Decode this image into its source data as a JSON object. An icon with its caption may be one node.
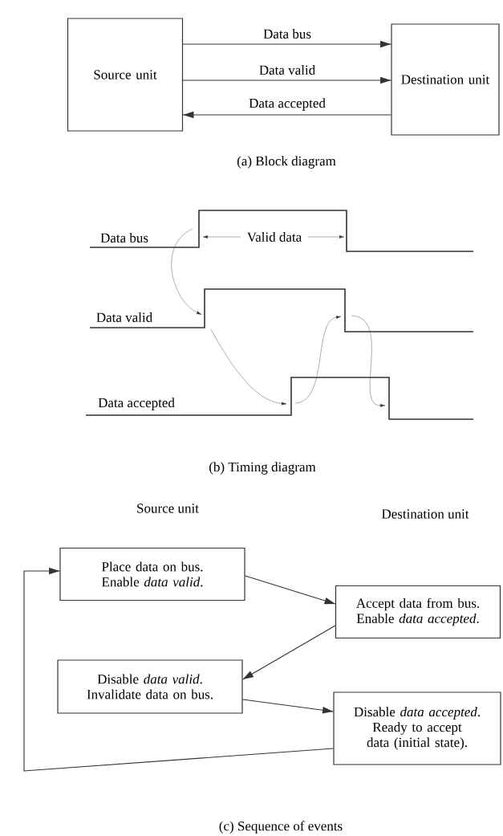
{
  "diagram": {
    "nodes": [
      {
        "text": [
          "Source unit"
        ]
      },
      {
        "text": [
          "Destination unit"
        ]
      },
      {
        "text": [
          "Place data on bus. Enable *data valid*."
        ]
      },
      {
        "text": [
          "Accept data from bus. Enable *data accepted*."
        ]
      },
      {
        "text": [
          "Disable *data valid*. Invalidate data on bus."
        ]
      },
      {
        "text": [
          "Disable *data accepted*. Ready to accept data (initial state)."
        ]
      }
    ],
    "edges": [
      {
        "from": 0,
        "to": 1,
        "arrow": "to",
        "label": "Data bus"
      },
      {
        "from": 0,
        "to": 1,
        "arrow": "to",
        "label": "Data valid"
      },
      {
        "from": 1,
        "to": 0,
        "arrow": "to",
        "label": "Data accepted"
      },
      {
        "from": 2,
        "to": 3,
        "arrow": "to"
      },
      {
        "from": 3,
        "to": 4,
        "arrow": "to"
      },
      {
        "from": 4,
        "to": 5,
        "arrow": "to"
      },
      {
        "from": 5,
        "to": 2,
        "arrow": "to"
      }
    ],
    "labels": [
      "(a) Block diagram",
      "Data bus",
      "Valid data",
      "Data valid",
      "Data accepted",
      "(b) Timing diagram",
      "Source unit",
      "Destination unit",
      "(c) Sequence of events"
    ]
  }
}
